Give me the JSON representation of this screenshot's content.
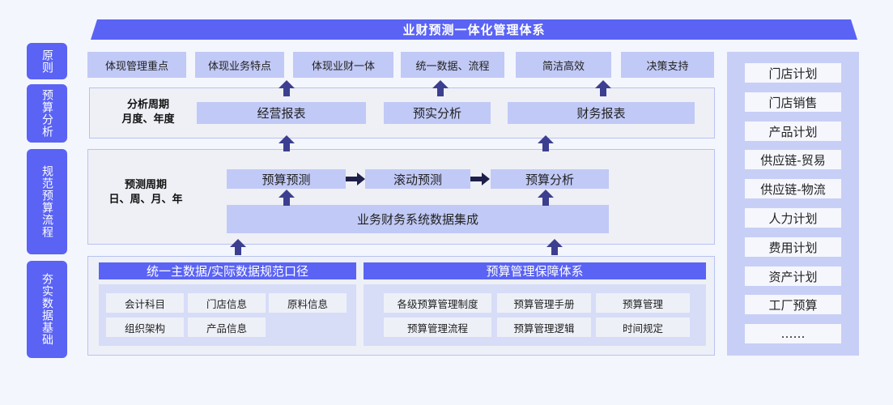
{
  "title": "业财预测一体化管理体系",
  "side_labels": [
    "原则",
    "预算分析",
    "规范预算流程",
    "夯实数据基础"
  ],
  "principles": [
    "体现管理重点",
    "体现业务特点",
    "体现业财一体",
    "统一数据、流程",
    "简洁高效",
    "决策支持"
  ],
  "analysis": {
    "period_line1": "分析周期",
    "period_line2": "月度、年度",
    "items": [
      "经营报表",
      "预实分析",
      "财务报表"
    ]
  },
  "forecast": {
    "period_line1": "预测周期",
    "period_line2": "日、周、月、年",
    "flow": [
      "预算预测",
      "滚动预测",
      "预算分析"
    ],
    "integration": "业务财务系统数据集成"
  },
  "foundation": {
    "left_header": "统一主数据/实际数据规范口径",
    "left_items": [
      "会计科目",
      "门店信息",
      "原料信息",
      "组织架构",
      "产品信息"
    ],
    "right_header": "预算管理保障体系",
    "right_items": [
      "各级预算管理制度",
      "预算管理手册",
      "预算管理",
      "预算管理流程",
      "预算管理逻辑",
      "时间规定"
    ]
  },
  "plans": [
    "门店计划",
    "门店销售",
    "产品计划",
    "供应链-贸易",
    "供应链-物流",
    "人力计划",
    "费用计划",
    "资产计划",
    "工厂预算",
    "……"
  ],
  "colors": {
    "accent": "#5a63f4",
    "arrow": "#3c3f8f",
    "tag": "#c1c9f6",
    "panel": "#eef0f6",
    "right_panel": "#c7cff6",
    "background": "#f4f6fd"
  }
}
